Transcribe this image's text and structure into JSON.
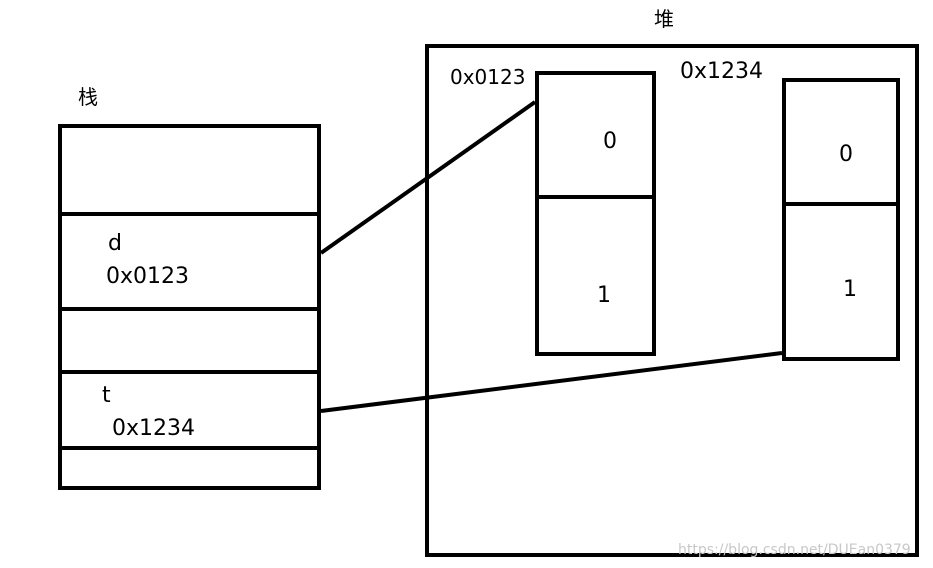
{
  "stack": {
    "title": "栈",
    "slots": [
      {
        "name": "",
        "value": ""
      },
      {
        "name": "d",
        "value": "0x0123"
      },
      {
        "name": "",
        "value": ""
      },
      {
        "name": "t",
        "value": "0x1234"
      },
      {
        "name": "",
        "value": ""
      }
    ]
  },
  "heap": {
    "title": "堆",
    "objects": [
      {
        "address": "0x0123",
        "fields": [
          "0",
          "1"
        ]
      },
      {
        "address": "0x1234",
        "fields": [
          "0",
          "1"
        ]
      }
    ]
  },
  "watermark": "https://blog.csdn.net/DUEan0379"
}
